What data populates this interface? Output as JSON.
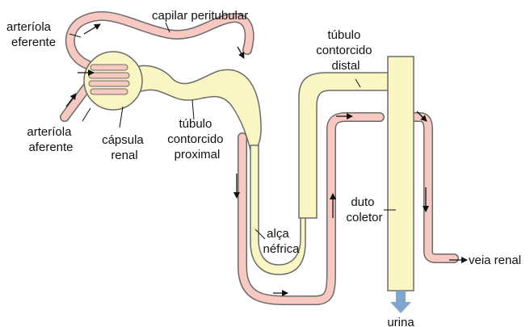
{
  "labels": {
    "arteriola_eferente_1": "arteríola",
    "arteriola_eferente_2": "eferente",
    "capilar_peritubular": "capilar peritubular",
    "tubulo_distal_1": "túbulo",
    "tubulo_distal_2": "contorcido",
    "tubulo_distal_3": "distal",
    "arteriola_aferente_1": "arteríola",
    "arteriola_aferente_2": "aferente",
    "capsula_renal_1": "cápsula",
    "capsula_renal_2": "renal",
    "tubulo_proximal_1": "túbulo",
    "tubulo_proximal_2": "contorcido",
    "tubulo_proximal_3": "proximal",
    "duto_coletor_1": "duto",
    "duto_coletor_2": "coletor",
    "alca_nefrica_1": "alça",
    "alca_nefrica_2": "néfrica",
    "veia_renal": "veia renal",
    "urina": "urina"
  },
  "colors": {
    "tubule_fill": "#f9f6c4",
    "vessel_fill": "#f7c9c1",
    "outline": "#6b6b6b",
    "urine_arrow": "#7ea6cf",
    "flow_arrow": "#111111"
  }
}
